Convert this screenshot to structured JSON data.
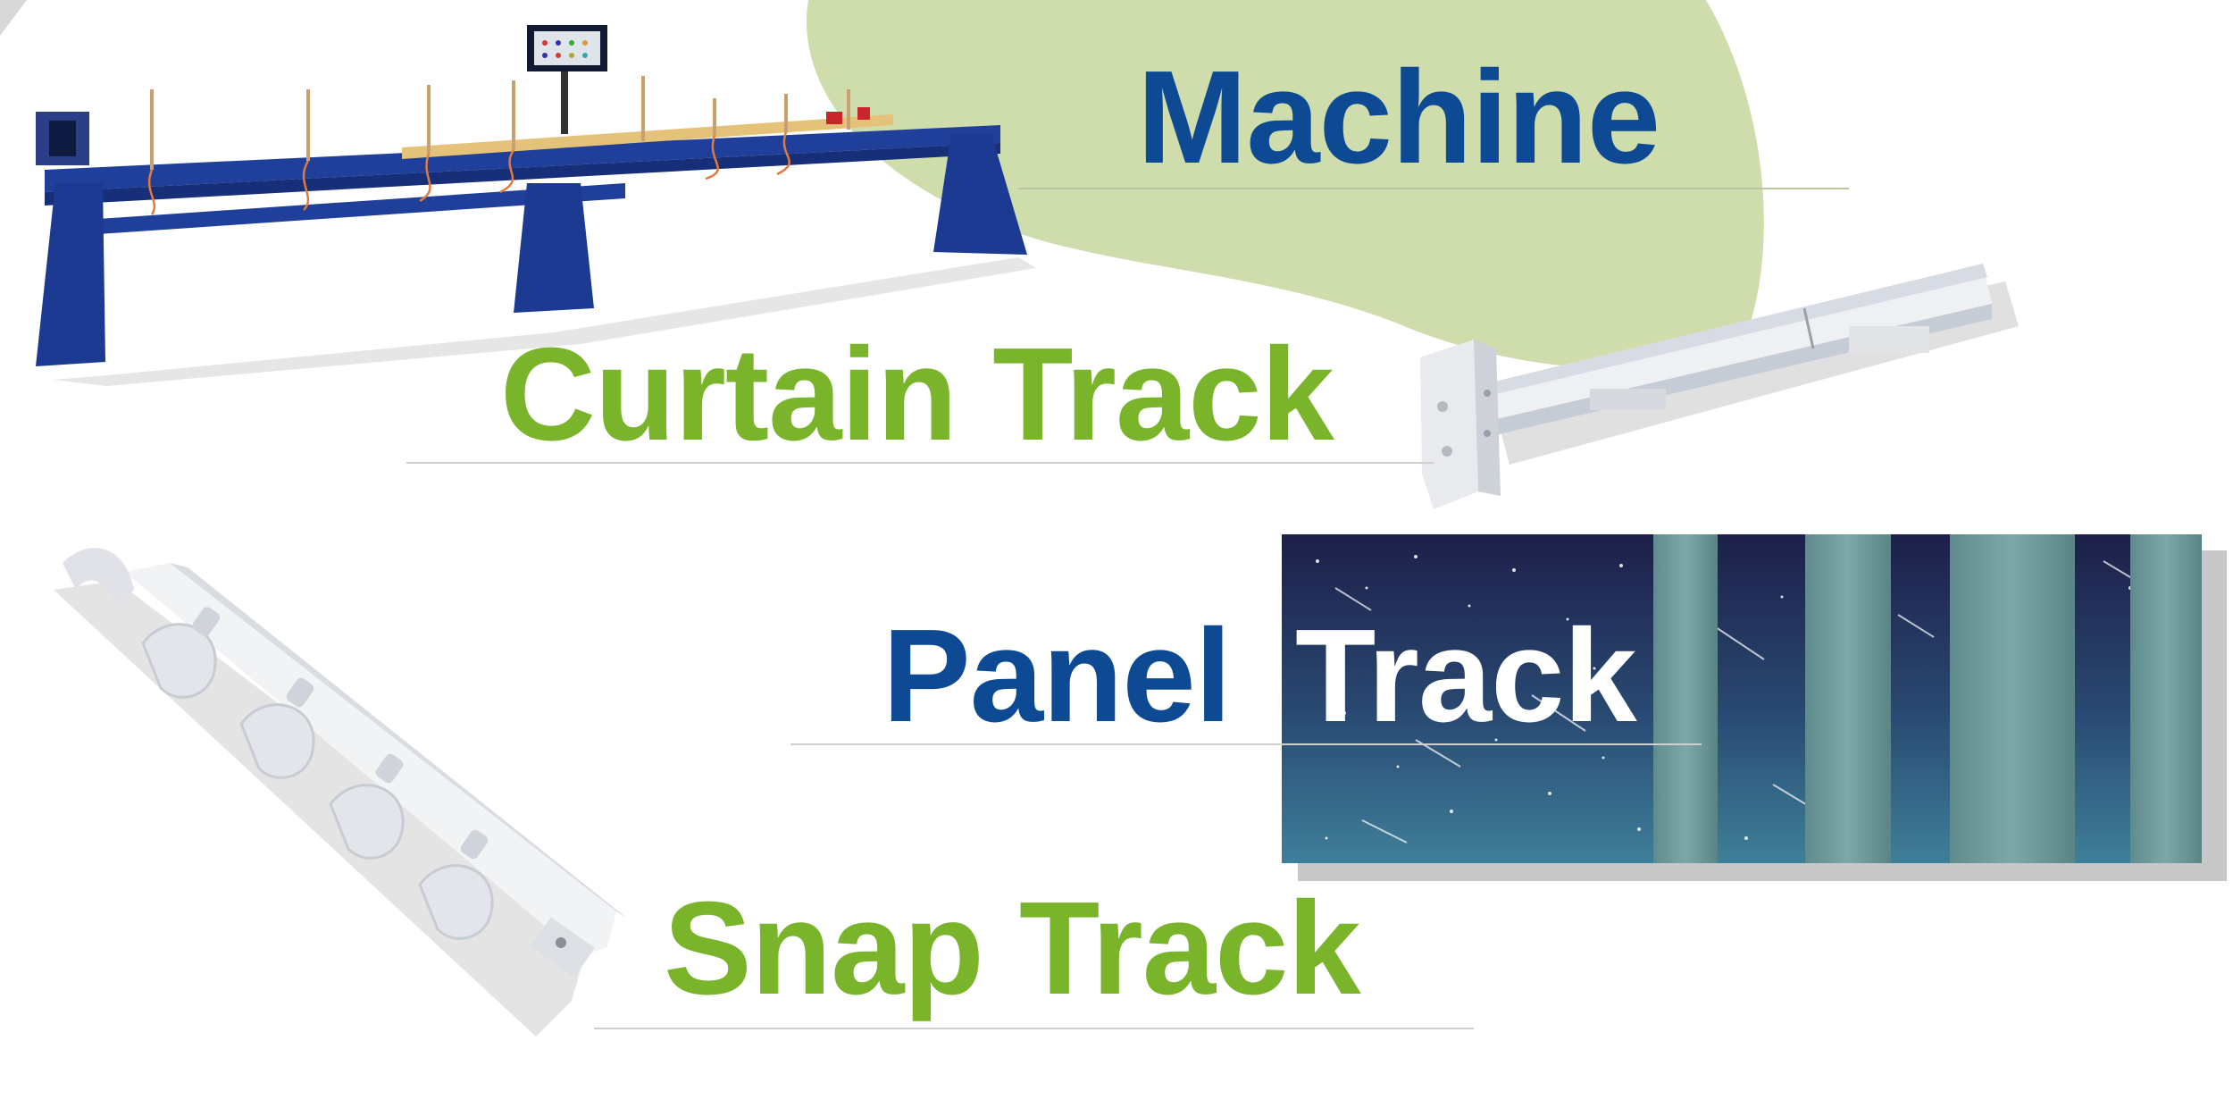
{
  "headings": {
    "machine": "Machine",
    "curtain_track": "Curtain Track",
    "panel": "Panel",
    "track_word": "Track",
    "snap_track": "Snap Track"
  },
  "colors": {
    "brand_blue": "#0d4a93",
    "brand_green": "#79b42b",
    "blob_green": "#cfdcab",
    "machine_blue": "#1f3f9a",
    "night_sky_top": "#1d1f4a",
    "night_sky_bottom": "#3f7f9a",
    "panel_teal": "#6f9c9c"
  },
  "images": {
    "machine": "track-manufacturing-machine",
    "curtain_track": "curtain-track-profile",
    "panel_track": "panel-track-night-sky-blinds",
    "snap_track": "snap-track-with-carriers"
  }
}
